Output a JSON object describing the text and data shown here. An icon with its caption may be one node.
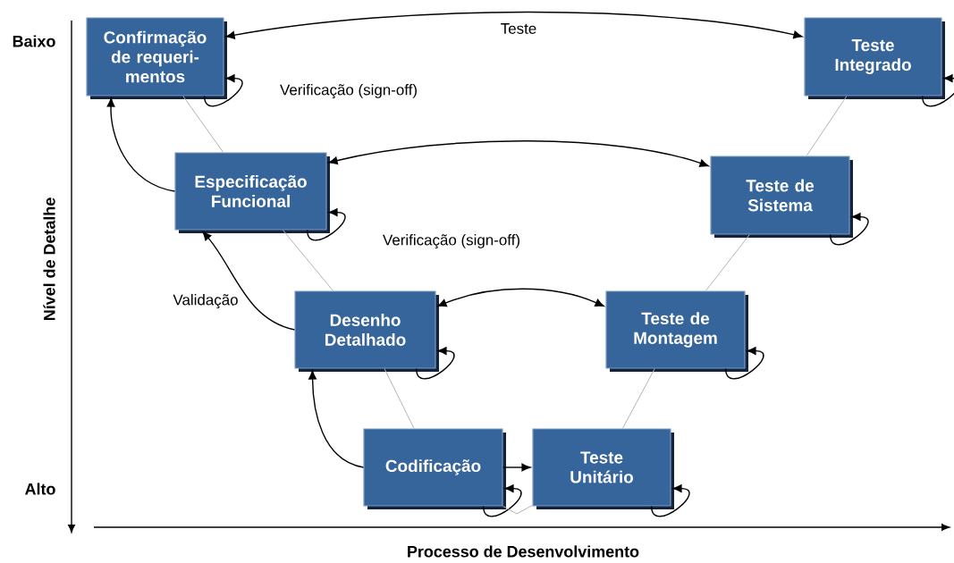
{
  "diagram": {
    "nodes": [
      {
        "text": [
          "Confirmação de requeri- mentos"
        ]
      },
      {
        "text": [
          "Teste Integrado"
        ]
      },
      {
        "text": [
          "Especificação Funcional"
        ]
      },
      {
        "text": [
          "Teste de Sistema"
        ]
      },
      {
        "text": [
          "Desenho Detalhado"
        ]
      },
      {
        "text": [
          "Teste de Montagem"
        ]
      },
      {
        "text": [
          "Codificação"
        ]
      },
      {
        "text": [
          "Teste Unitário"
        ]
      }
    ],
    "edges": [
      {
        "from": 0,
        "to": 1,
        "arrow": "both",
        "label": "Teste"
      },
      {
        "from": 2,
        "to": 3,
        "arrow": "both"
      },
      {
        "from": 4,
        "to": 5,
        "arrow": "both"
      },
      {
        "from": 6,
        "to": 7,
        "arrow": "to"
      },
      {
        "from": 2,
        "to": 0,
        "arrow": "to"
      },
      {
        "from": 4,
        "to": 2,
        "arrow": "to",
        "label": "Validação"
      },
      {
        "from": 6,
        "to": 4,
        "arrow": "to"
      },
      {
        "from": 0,
        "to": 0,
        "arrow": "to",
        "label": "Verificação (sign-off)"
      },
      {
        "from": 1,
        "to": 1,
        "arrow": "to"
      },
      {
        "from": 2,
        "to": 2,
        "arrow": "to",
        "label": "Verificação (sign-off)"
      },
      {
        "from": 3,
        "to": 3,
        "arrow": "to"
      },
      {
        "from": 4,
        "to": 4,
        "arrow": "to"
      },
      {
        "from": 5,
        "to": 5,
        "arrow": "to"
      },
      {
        "from": 6,
        "to": 6,
        "arrow": "to"
      },
      {
        "from": 7,
        "to": 7,
        "arrow": "to"
      },
      {
        "from": 0,
        "to": 2,
        "arrow": "none",
        "color": "#b3b3b3"
      },
      {
        "from": 2,
        "to": 4,
        "arrow": "none",
        "color": "#b3b3b3"
      },
      {
        "from": 4,
        "to": 6,
        "arrow": "none",
        "color": "#b3b3b3"
      },
      {
        "from": 6,
        "to": 7,
        "arrow": "none",
        "color": "#b3b3b3"
      },
      {
        "from": 7,
        "to": 5,
        "arrow": "none",
        "color": "#b3b3b3"
      },
      {
        "from": 5,
        "to": 3,
        "arrow": "none",
        "color": "#b3b3b3"
      },
      {
        "from": 3,
        "to": 1,
        "arrow": "none",
        "color": "#b3b3b3"
      }
    ],
    "labels": [
      "Baixo",
      "Nível de Detalhe",
      "Alto",
      "Processo de Desenvolvimento"
    ]
  }
}
